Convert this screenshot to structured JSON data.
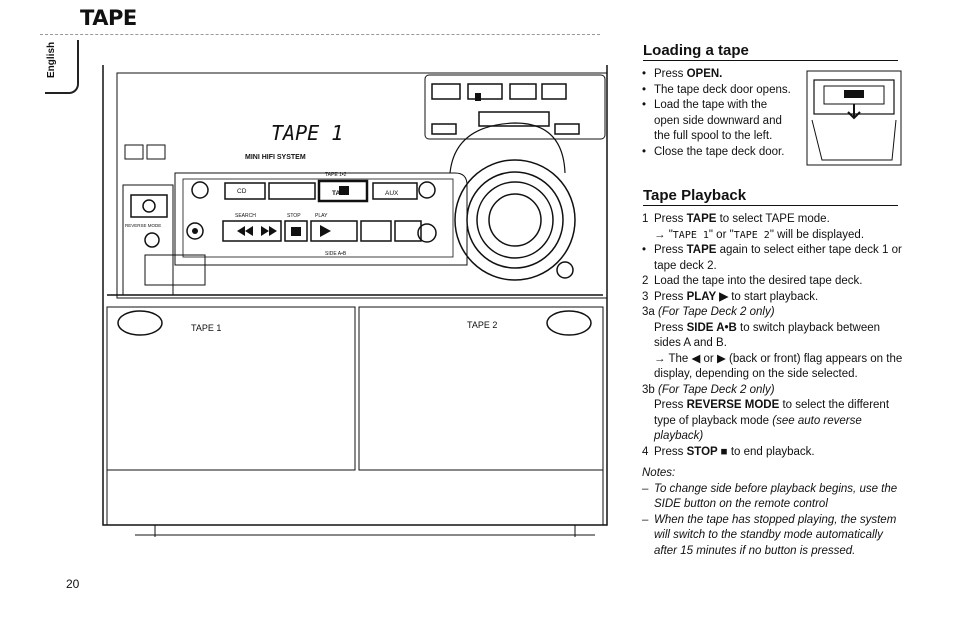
{
  "header": {
    "title": "TAPE",
    "language_tab": "English"
  },
  "illustration": {
    "display_text": "TAPE 1",
    "model_label": "MINI HIFI SYSTEM",
    "deck1_label": "TAPE 1",
    "deck2_label": "TAPE 2",
    "cd_button": "CD",
    "tape_button": "TAPE",
    "aux_button": "AUX",
    "search_label": "SEARCH",
    "stop_label": "STOP",
    "play_label": "PLAY",
    "reverse_mode_label": "REVERSE MODE",
    "side_ab_label": "SIDE A•B",
    "tape12_label": "TAPE 1•2"
  },
  "loading": {
    "title": "Loading a tape",
    "items": [
      {
        "pre": "Press ",
        "bold": "OPEN.",
        "post": ""
      },
      {
        "pre": "The tape deck door opens.",
        "bold": "",
        "post": ""
      },
      {
        "pre": "Load the tape with the open side downward and the full spool to the left.",
        "bold": "",
        "post": ""
      },
      {
        "pre": "Close the tape deck door.",
        "bold": "",
        "post": ""
      }
    ]
  },
  "playback": {
    "title": "Tape Playback",
    "s1": {
      "num": "1",
      "pre": "Press ",
      "bold": "TAPE",
      "post": " to select TAPE mode."
    },
    "s1_arrow": {
      "lead": "→ \"",
      "lcd1": "TAPE 1",
      "mid": "\" or \"",
      "lcd2": "TAPE 2",
      "post": "\" will be displayed."
    },
    "s1_bullet": {
      "pre": "Press ",
      "bold": "TAPE",
      "post": " again to select either tape deck 1 or tape deck 2."
    },
    "s2": {
      "num": "2",
      "text": "Load the tape into the desired tape deck."
    },
    "s3": {
      "num": "3",
      "pre": "Press ",
      "bold": "PLAY ▶",
      "post": " to start playback."
    },
    "s3a_head": {
      "num": "3a",
      "italic": "(For Tape Deck 2 only)"
    },
    "s3a_body": {
      "pre": "Press ",
      "bold": "SIDE A•B",
      "post": " to switch playback between sides A and B."
    },
    "s3a_arrow": {
      "text": "→ The ◀ or ▶ (back or front) flag appears on the display, depending on the side selected."
    },
    "s3b_head": {
      "num": "3b",
      "italic": "(For Tape Deck 2 only)"
    },
    "s3b_body": {
      "pre": "Press ",
      "bold": "REVERSE MODE",
      "post": " to select the different type of playback mode ",
      "italic": "(see auto reverse playback)"
    },
    "s4": {
      "num": "4",
      "pre": "Press ",
      "bold": "STOP ■",
      "post": " to end playback."
    },
    "notes_title": "Notes:",
    "notes": [
      "To change side before playback begins, use the SIDE button on the remote control",
      "When the tape has stopped playing, the system will switch to the standby mode automatically after 15 minutes if no button is pressed."
    ]
  },
  "page_number": "20"
}
